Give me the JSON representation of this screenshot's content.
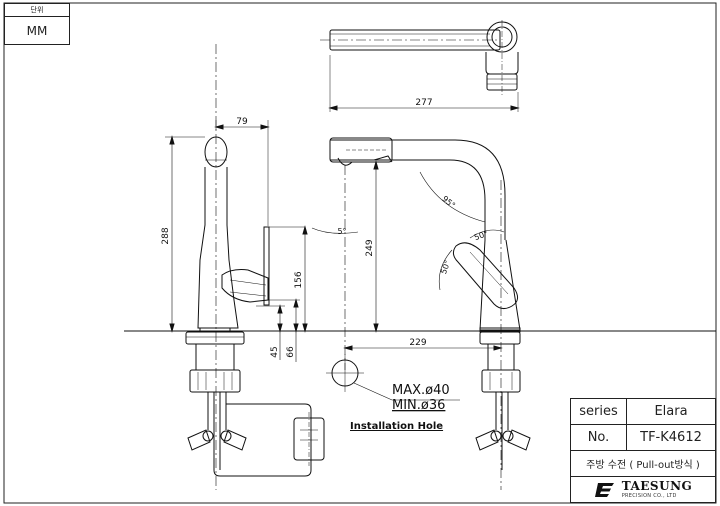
{
  "unit_box": {
    "header": "단위",
    "value": "MM"
  },
  "dimensions": {
    "top_view_length": "277",
    "side_top_width": "79",
    "side_height": "288",
    "side_lever_height": "156",
    "side_base_45": "45",
    "side_base_66": "66",
    "front_spout_height": "249",
    "front_reach": "229",
    "angle_95": "95°",
    "angle_5": "5°",
    "angle_50_lower": "50°",
    "angle_50_upper": "50°"
  },
  "install": {
    "max_hole": "MAX.ø40",
    "min_hole": "MIN.ø36",
    "label": "Installation Hole"
  },
  "title_block": {
    "series_label": "series",
    "series_value": "Elara",
    "no_label": "No.",
    "no_value": "TF-K4612",
    "description": "주방 수전 ( Pull-out방식 )",
    "company_name": "TAESUNG",
    "company_sub": "PRECISION CO., LTD"
  },
  "colors": {
    "line": "#111111",
    "thin": "#333333",
    "paper": "#ffffff"
  }
}
